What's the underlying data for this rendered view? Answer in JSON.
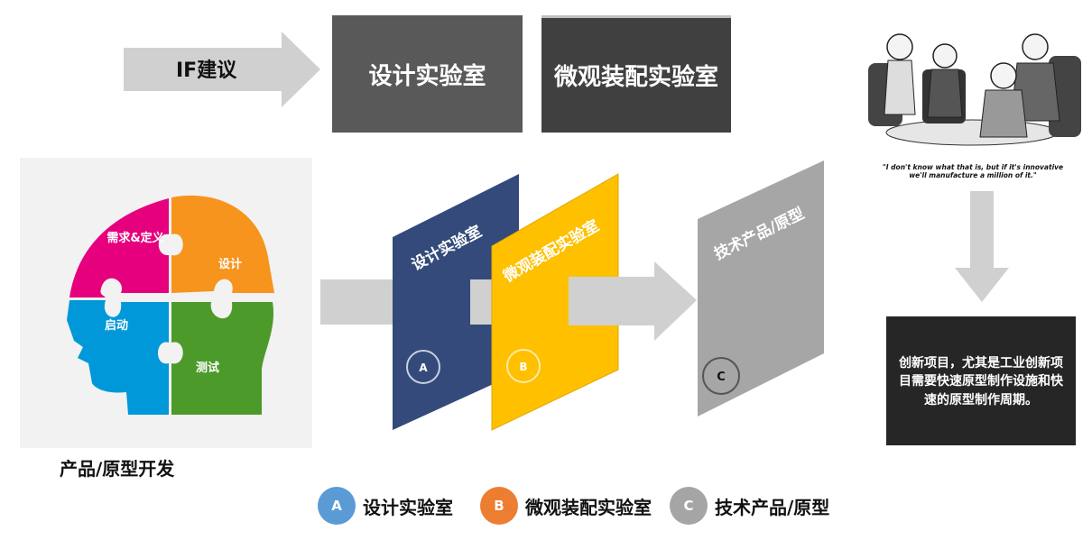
{
  "top": {
    "if_label": "IF建议",
    "design_lab": "设计实验室",
    "micro_lab": "微观装配实验室"
  },
  "head": {
    "pieces": {
      "requirements": "需求&定义",
      "design": "设计",
      "start": "启动",
      "test": "测试"
    },
    "caption": "产品/原型开发"
  },
  "flow": {
    "panel_a": {
      "label": "设计实验室",
      "badge": "A",
      "color": "#334a7a"
    },
    "panel_b": {
      "label": "微观装配实验室",
      "badge": "B",
      "color": "#ffc000"
    },
    "panel_c": {
      "label": "技术产品/原型",
      "badge": "C",
      "color": "#a6a6a6"
    }
  },
  "cartoon": {
    "quote": "\"I don't know what that is, but if it's innovative we'll manufacture a million of it.\""
  },
  "note": {
    "text": "创新项目，尤其是工业创新项目需要快速原型制作设施和快速的原型制作周期。"
  },
  "legend": [
    {
      "badge": "A",
      "label": "设计实验室",
      "color": "#5b9bd5"
    },
    {
      "badge": "B",
      "label": "微观装配实验室",
      "color": "#ed7d31"
    },
    {
      "badge": "C",
      "label": "技术产品/原型",
      "color": "#a5a5a5"
    }
  ]
}
